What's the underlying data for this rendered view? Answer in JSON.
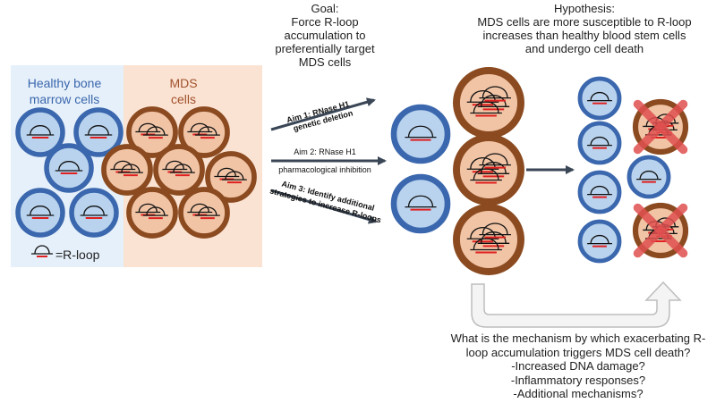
{
  "panels": {
    "healthy_label": "Healthy bone marrow cells",
    "mds_label": "MDS cells",
    "legend_label": "=R-loop"
  },
  "goal": {
    "heading": "Goal:",
    "text": "Force R-loop accumulation to preferentially target MDS cells"
  },
  "hypothesis": {
    "heading": "Hypothesis:",
    "text": "MDS cells are more susceptible to R-loop increases than healthy blood stem cells and undergo cell death"
  },
  "aims": [
    {
      "label_line1": "Aim 1: RNase H1",
      "label_line2": "genetic deletion"
    },
    {
      "label_line1": "Aim 2: RNase H1",
      "label_line2": "pharmacological inhibition"
    },
    {
      "label_line1": "Aim 3: Identify additional",
      "label_line2": "strategies to increase R-loops"
    }
  ],
  "mechanism": {
    "question": "What is the mechanism by which exacerbating R-loop accumulation triggers MDS cell death?",
    "items": [
      "-Increased DNA damage?",
      "-Inflammatory responses?",
      "-Additional mechanisms?"
    ]
  },
  "colors": {
    "healthy_bg": "#e6f0fa",
    "mds_bg": "#fbe3d3",
    "healthy_ring": "#3a67ad",
    "healthy_fill": "#b9d3ee",
    "mds_ring": "#8b4a1f",
    "mds_fill": "#f1c4a6",
    "healthy_text": "#3a67ad",
    "mds_text": "#a0522d",
    "dead_cross": "#e05050",
    "rloop_red": "#e02020",
    "arrow": "#3a4656"
  }
}
